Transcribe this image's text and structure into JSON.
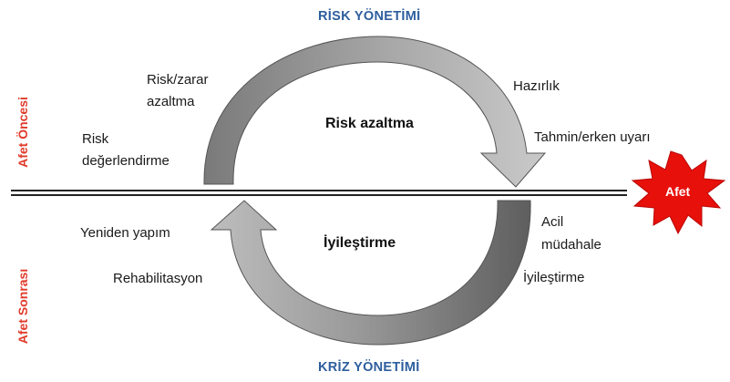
{
  "header": {
    "top_title": "RİSK YÖNETİMİ",
    "bottom_title": "KRİZ YÖNETİMİ"
  },
  "side_labels": {
    "before": "Afet Öncesi",
    "after": "Afet Sonrası"
  },
  "cycle": {
    "upper_center": "Risk azaltma",
    "lower_center": "İyileştirme"
  },
  "upper_left": {
    "risk_reduction_1": "Risk/zarar",
    "risk_reduction_2": "azaltma",
    "assessment_1": "Risk",
    "assessment_2": "değerlendirme"
  },
  "upper_right": {
    "preparedness": "Hazırlık",
    "forecast": "Tahmin/erken uyarı"
  },
  "lower_left": {
    "reconstruction": "Yeniden yapım",
    "rehabilitation": "Rehabilitasyon"
  },
  "lower_right": {
    "emergency_1": "Acil",
    "emergency_2": "müdahale",
    "recovery": "İyileştirme"
  },
  "disaster_badge": {
    "label": "Afet",
    "color": "#e8100b"
  },
  "colors": {
    "heading": "#2e5e9e",
    "side": "#e03a2a"
  }
}
